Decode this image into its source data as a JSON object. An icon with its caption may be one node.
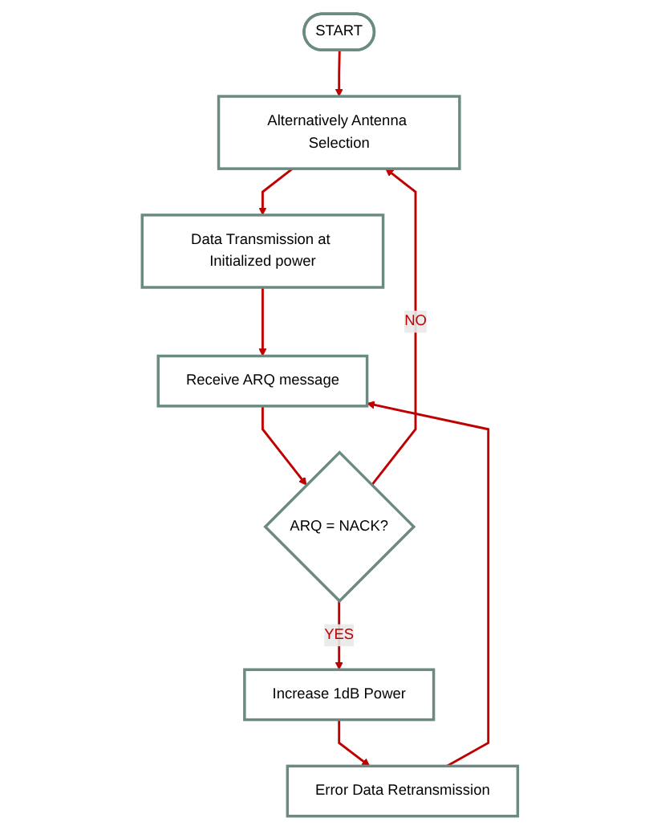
{
  "diagram": {
    "nodes": [
      {
        "text": [
          "START"
        ]
      },
      {
        "text": [
          "Alternatively Antenna Selection"
        ]
      },
      {
        "text": [
          "Data Transmission at Initialized power"
        ]
      },
      {
        "text": [
          "Receive ARQ message"
        ]
      },
      {
        "text": [
          "ARQ = NACK?"
        ]
      },
      {
        "text": [
          "Increase 1dB Power"
        ]
      },
      {
        "text": [
          "Error Data Retransmission"
        ]
      }
    ],
    "edges": [
      {
        "from": 0,
        "to": 1,
        "arrow": "to"
      },
      {
        "from": 1,
        "to": 2,
        "arrow": "to"
      },
      {
        "from": 2,
        "to": 3,
        "arrow": "to"
      },
      {
        "from": 3,
        "to": 4,
        "arrow": "to"
      },
      {
        "from": 4,
        "to": 5,
        "arrow": "to",
        "label": "YES"
      },
      {
        "from": 5,
        "to": 6,
        "arrow": "to"
      },
      {
        "from": 6,
        "to": 3,
        "arrow": "to"
      },
      {
        "from": 4,
        "to": 1,
        "arrow": "to",
        "label": "NO"
      }
    ]
  }
}
